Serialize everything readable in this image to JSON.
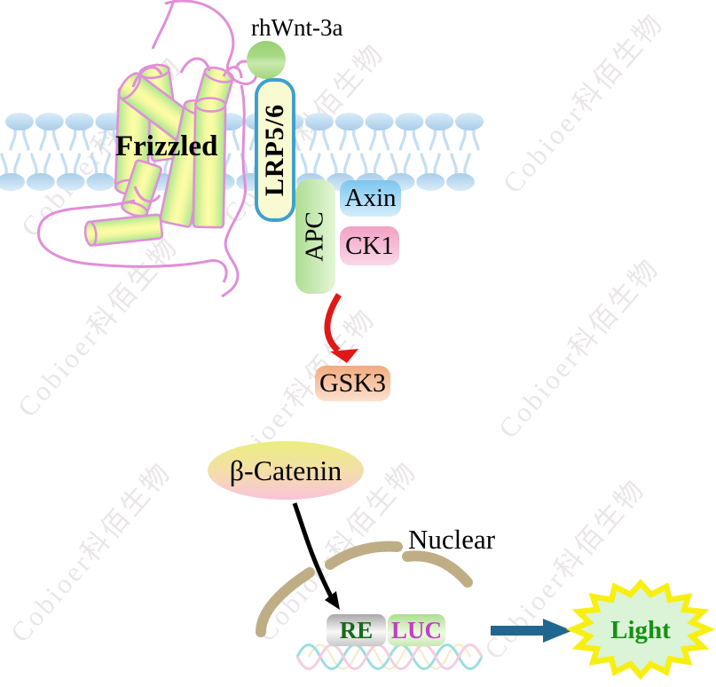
{
  "labels": {
    "ligand": "rhWnt-3a",
    "receptor": "Frizzled",
    "coreceptor": "LRP5/6",
    "apc": "APC",
    "axin": "Axin",
    "ck1": "CK1",
    "gsk3": "GSK3",
    "beta_catenin": "β-Catenin",
    "nuclear": "Nuclear",
    "reporter_element": "RE",
    "luciferase": "LUC",
    "light": "Light"
  },
  "watermark": {
    "text": "Cobioer科佰生物"
  },
  "colors": {
    "wm": "#d6ced3",
    "lrpBorder": "#3fa0cc",
    "lrpFill": "#fafad2",
    "reText": "#166b16",
    "lucText": "#c23fc2",
    "lightText": "#169016",
    "membraneHead": "#b9d6ec",
    "cylinderStroke": "#e08fd8",
    "cylinderGreen": "#a8e690",
    "cylinderYellow": "#fdfda8",
    "inhibitArrow": "#e01818",
    "translocateArrow": "#000000",
    "outputArrow": "#20678f",
    "nuclearArc": "#bfae85",
    "dnaTeal": "#9adde2",
    "dnaPink": "#f3cede",
    "starYellow": "#f8ef12",
    "starGreen": "#dbf3d6"
  }
}
